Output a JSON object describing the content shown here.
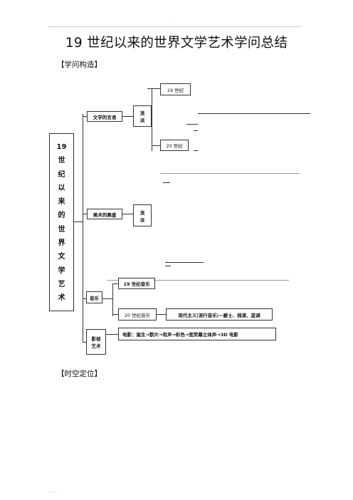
{
  "page": {
    "header_mark": "-",
    "title": "19 世纪以来的世界文学艺术学问总结",
    "section_structure": "【学问构造】",
    "section_timeline": "【时空定位】",
    "footer": "....."
  },
  "diagram": {
    "root_chars": [
      "19",
      "世",
      "纪",
      "以",
      "来",
      "的",
      "世",
      "界",
      "文",
      "学",
      "艺",
      "术"
    ],
    "literature": {
      "label": "文学的言语",
      "flow": [
        "流",
        "派"
      ],
      "c19": "19 世纪",
      "c20": "20 世纪"
    },
    "art": {
      "label": "美术的興盛",
      "flow": [
        "流",
        "派"
      ]
    },
    "music": {
      "label": "音乐",
      "c19": "19 世纪音乐",
      "c20": "20 世纪音乐",
      "c20_detail": "现代主义|流行音乐|—爵士、摇滚、蓝调"
    },
    "film": {
      "label_line1": "影视",
      "label_line2": "艺术",
      "detail": "电影：诞生→默片→有声→彩色→宽荧幕立体声→3D 电影"
    }
  }
}
